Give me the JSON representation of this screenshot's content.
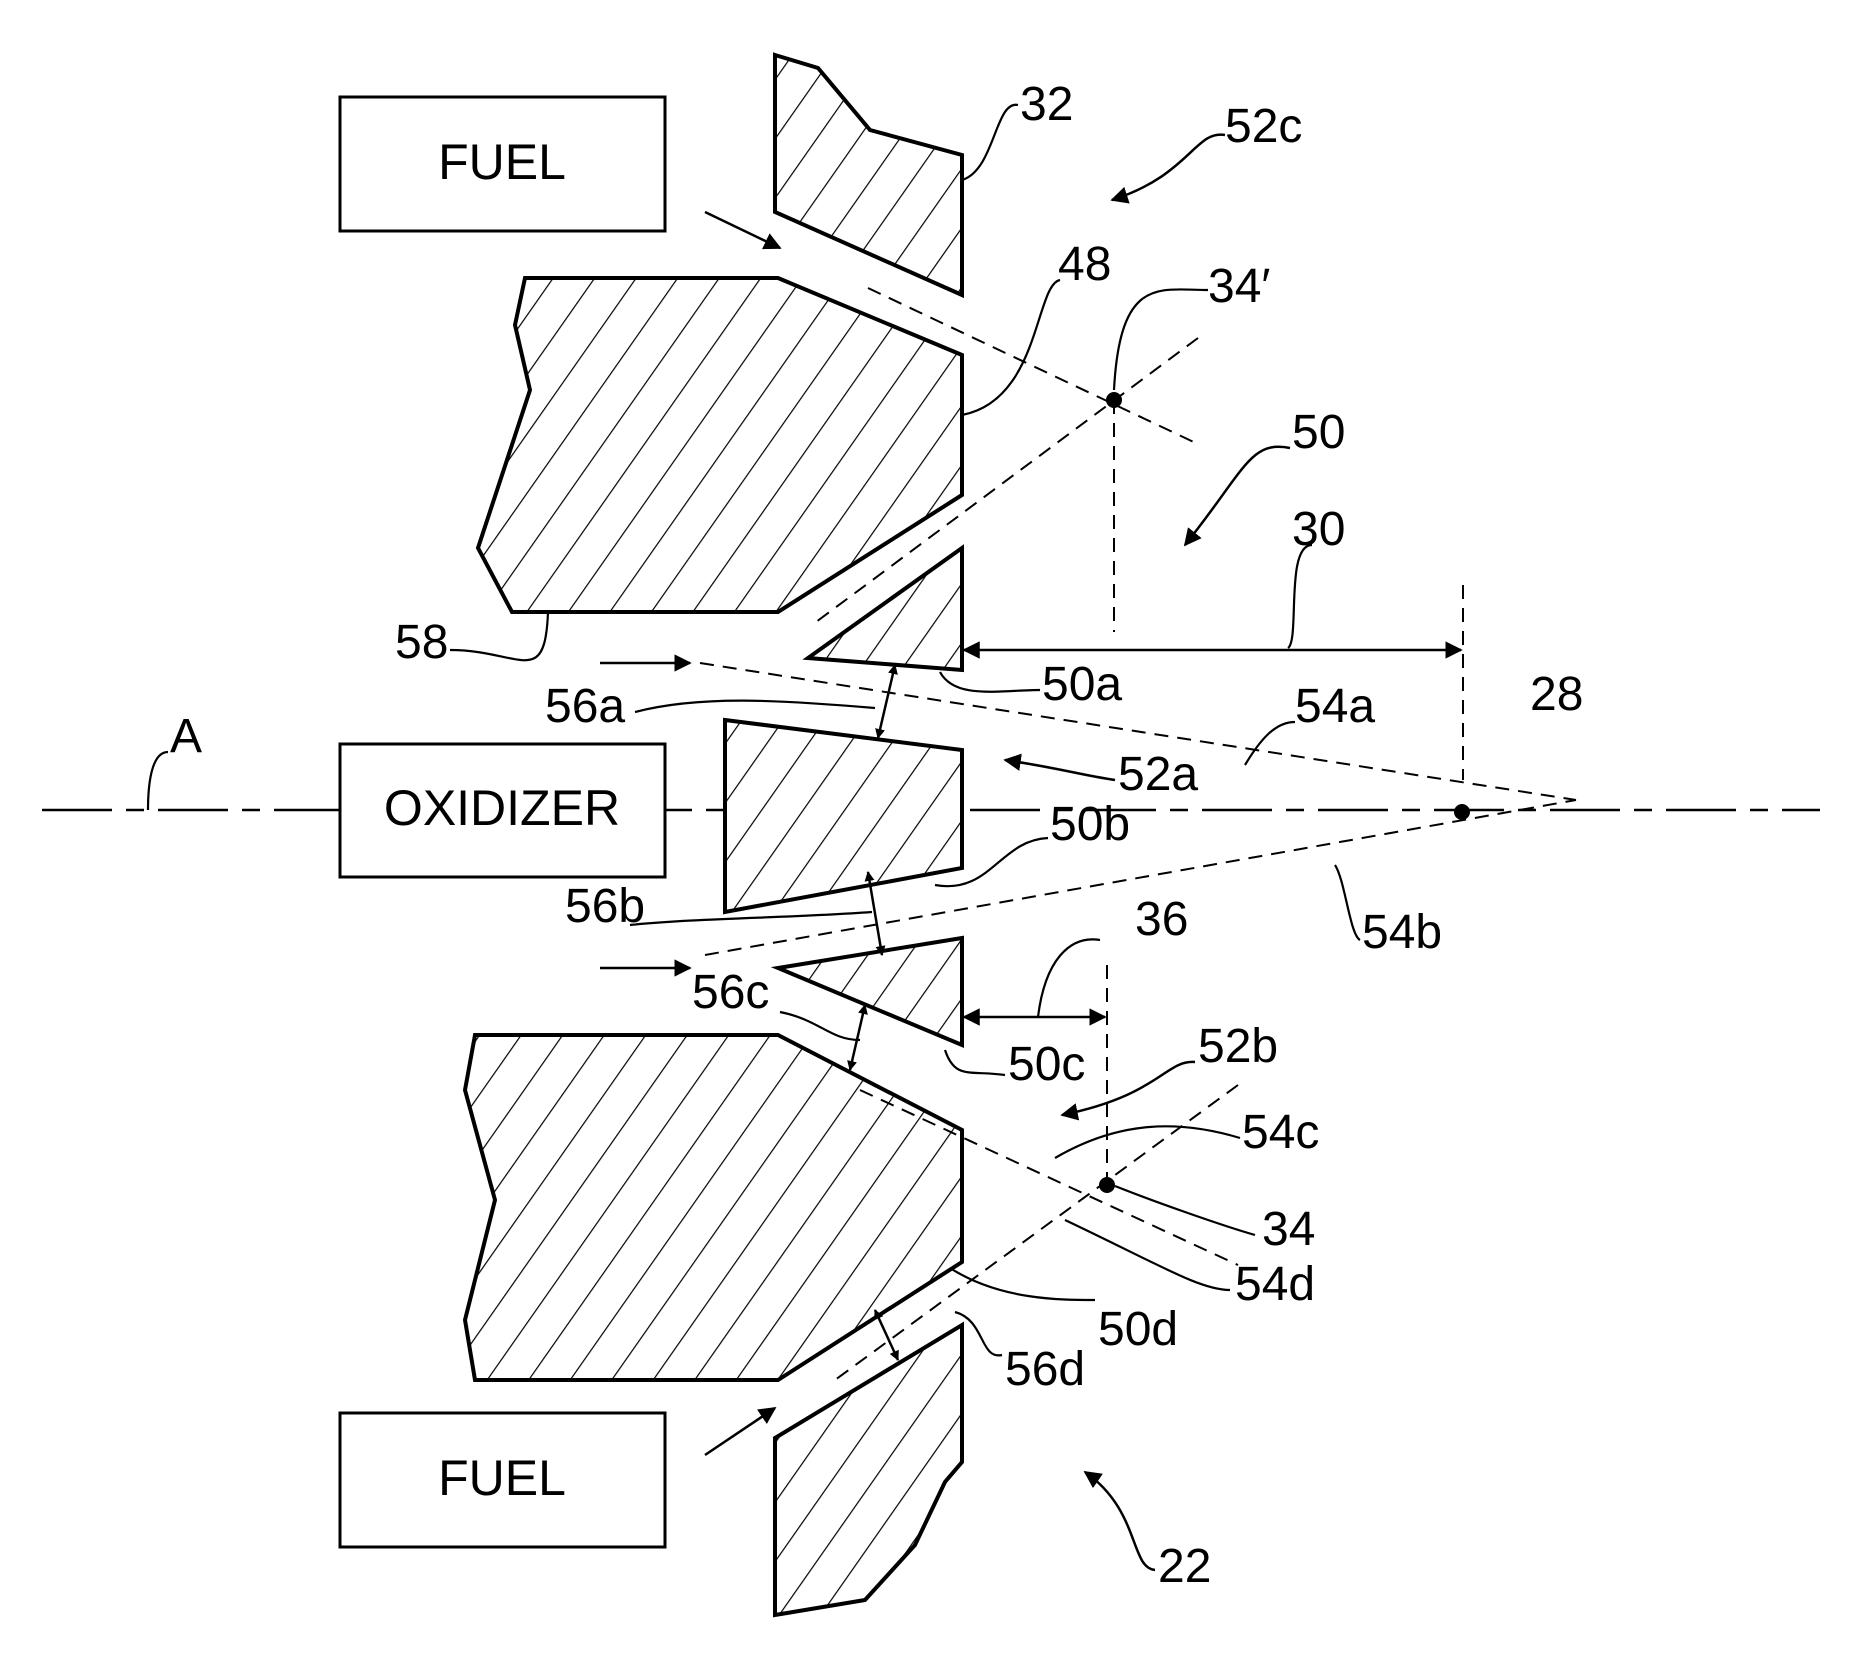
{
  "boxes": {
    "fuel_top": "FUEL",
    "oxidizer": "OXIDIZER",
    "fuel_bottom": "FUEL"
  },
  "labels": {
    "l32": "32",
    "l52c": "52c",
    "l48": "48",
    "l34p": "34′",
    "l50": "50",
    "l30": "30",
    "l58": "58",
    "l50a": "50a",
    "l56a": "56a",
    "l54a": "54a",
    "l28": "28",
    "lA": "A",
    "l52a": "52a",
    "l50b": "50b",
    "l56b": "56b",
    "l54b": "54b",
    "l36": "36",
    "l56c": "56c",
    "l50c": "50c",
    "l52b": "52b",
    "l54c": "54c",
    "l34": "34",
    "l54d": "54d",
    "l50d": "50d",
    "l56d": "56d",
    "l22": "22"
  }
}
